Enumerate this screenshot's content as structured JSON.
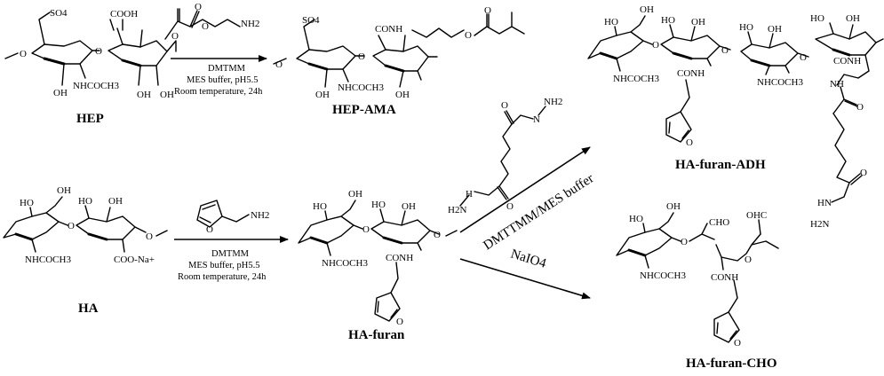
{
  "compounds": {
    "hep": "HEP",
    "hep_ama": "HEP-AMA",
    "ha": "HA",
    "ha_furan": "HA-furan",
    "ha_furan_adh": "HA-furan-ADH",
    "ha_furan_cho": "HA-furan-CHO"
  },
  "reaction1": {
    "reagent": "DMTMM",
    "buffer": "MES buffer, pH5.5",
    "time": "Room temperature, 24h"
  },
  "reaction2": {
    "reagent": "DMTMM",
    "buffer": "MES buffer, pH5.5",
    "time": "Room temperature, 24h"
  },
  "reaction3": {
    "condition": "DMTTMM/MES buffer"
  },
  "reaction4": {
    "condition": "NaIO4"
  },
  "atoms": {
    "so4": "SO4",
    "cooh": "COOH",
    "nh2": "NH2",
    "nhcoch3": "NHCOCH3",
    "oh": "OH",
    "ho": "HO",
    "o": "O",
    "conh": "CONH",
    "coona": "COO-Na+",
    "cho": "CHO",
    "ohc": "OHC",
    "nh": "NH",
    "hn": "HN",
    "h2n": "H2N",
    "h": "H",
    "n": "N"
  }
}
